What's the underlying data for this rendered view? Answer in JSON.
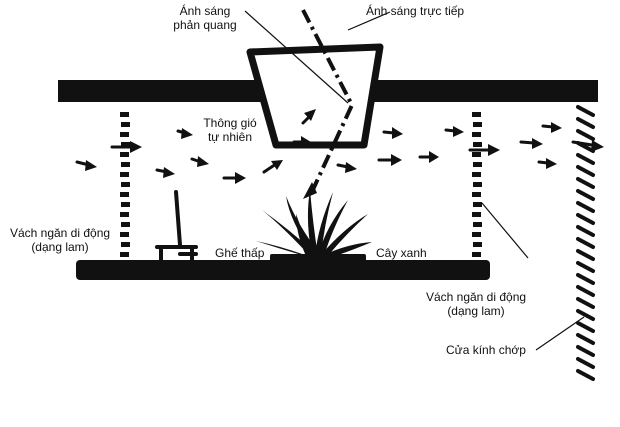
{
  "labels": {
    "reflected_light": [
      "Ánh sáng",
      "phản quang"
    ],
    "direct_light": "Ánh sáng trực tiếp",
    "natural_ventilation": [
      "Thông gió",
      "tự nhiên"
    ],
    "partition_left": [
      "Vách ngăn di động",
      "(dạng lam)"
    ],
    "low_chair": "Ghế thấp",
    "green_plant": "Cây xanh",
    "partition_right": [
      "Vách ngăn di động",
      "(dạng lam)"
    ],
    "louver_window": "Cửa kính chớp"
  },
  "colors": {
    "ink": "#111111",
    "background": "#ffffff"
  }
}
